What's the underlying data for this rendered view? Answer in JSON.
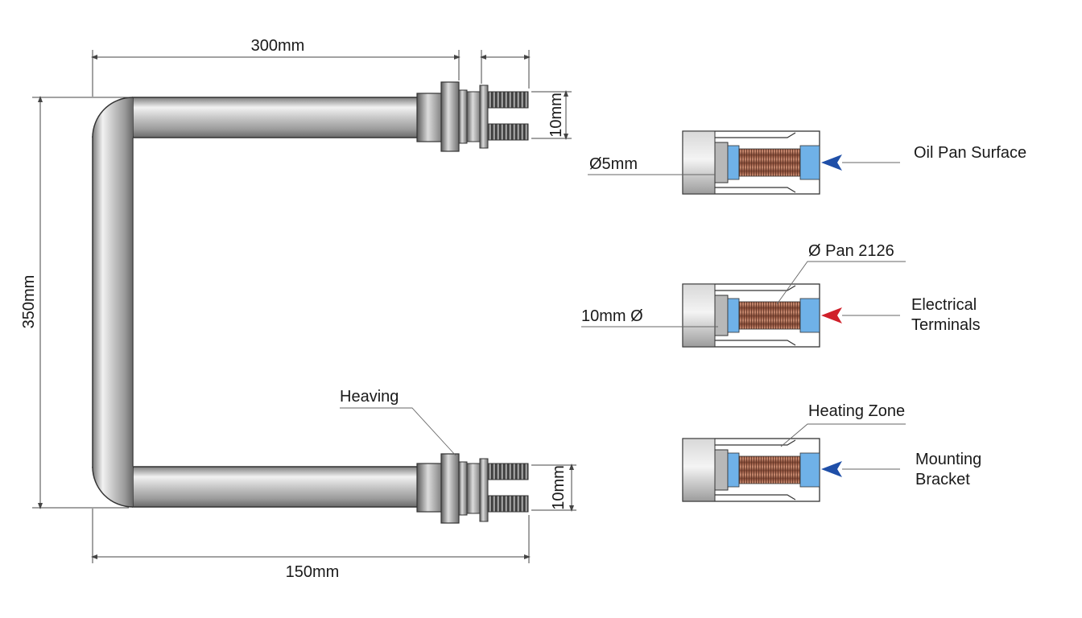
{
  "dimensions": {
    "top_length": "300mm",
    "height": "350mm",
    "bottom_length": "150mm",
    "terminal_top": "10mm",
    "terminal_bottom": "10mm"
  },
  "labels": {
    "heaving": "Heaving",
    "detail1_dim": "Ø5mm",
    "detail1_label": "Oil Pan Surface",
    "detail2_dim_top": "Ø Pan 2126",
    "detail2_dim_left": "10mm Ø",
    "detail2_label_line1": "Electrical",
    "detail2_label_line2": "Terminals",
    "detail3_dim_top": "Heating Zone",
    "detail3_label_line1": "Mounting",
    "detail3_label_line2": "Bracket"
  },
  "colors": {
    "arrow_blue": "#1f4fa8",
    "arrow_red": "#d0202a",
    "insulator_blue": "#6fb1e8",
    "coil_copper": "#a86a52",
    "steel_light": "#e6e6e6",
    "steel_dark": "#8a8a8a"
  }
}
